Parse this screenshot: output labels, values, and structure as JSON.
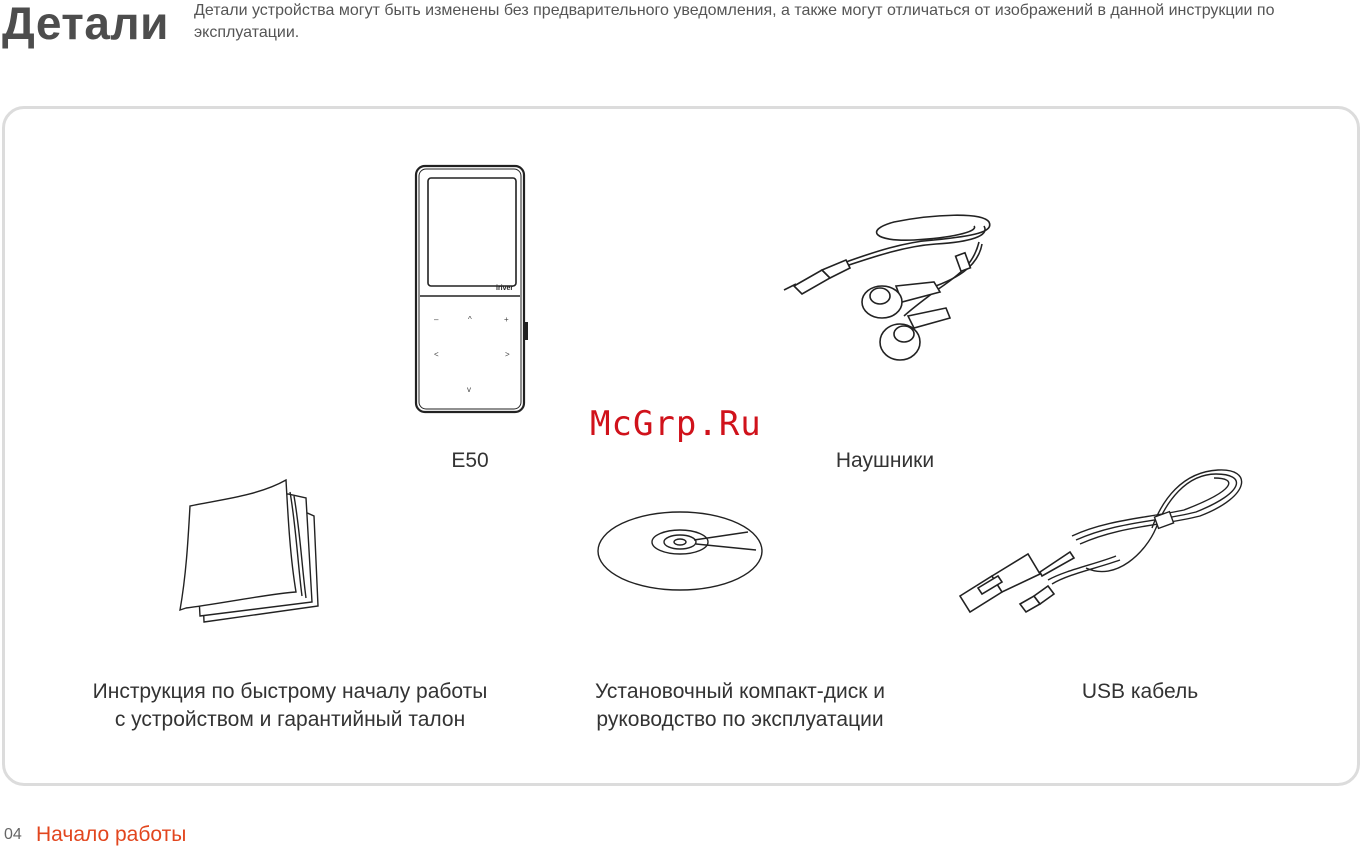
{
  "header": {
    "title": "Детали",
    "intro": "Детали устройства могут быть изменены без предварительного уведомления, а также могут отличаться от изображений в данной инструкции по эксплуатации."
  },
  "items": {
    "player": {
      "label": "E50",
      "logo": "iriver",
      "icon": "mp3-player-icon"
    },
    "earphones": {
      "label": "Наушники",
      "icon": "earphones-icon"
    },
    "guide": {
      "line1": "Инструкция по быстрому началу работы",
      "line2": "с устройством и гарантийный талон",
      "icon": "booklet-icon"
    },
    "cd": {
      "line1": "Установочный компакт-диск и",
      "line2": "руководство по эксплуатации",
      "icon": "cd-icon"
    },
    "usb": {
      "label": "USB кабель",
      "icon": "usb-cable-icon"
    }
  },
  "watermark": "McGrp.Ru",
  "footer": {
    "page_number": "04",
    "section": "Начало работы"
  },
  "colors": {
    "accent": "#e2461e",
    "watermark": "#d0121b",
    "frame": "#dcdcdc"
  }
}
